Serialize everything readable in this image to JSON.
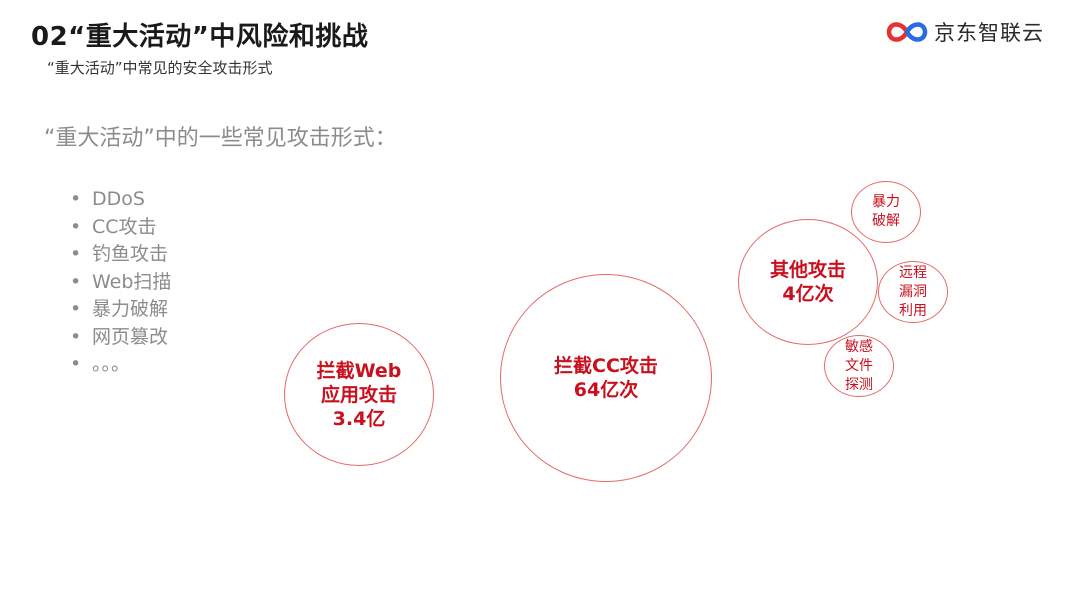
{
  "slide": {
    "title": "02“重大活动”中风险和挑战",
    "subtitle": "“重大活动”中常见的安全攻击形式"
  },
  "logo": {
    "text": "京东智联云",
    "colors": {
      "red": "#e8312f",
      "blue": "#2a6ae8"
    }
  },
  "intro": "“重大活动”中的一些常见攻击形式：",
  "attack_list": [
    "DDoS",
    "CC攻击",
    "钓鱼攻击",
    "Web扫描",
    "暴力破解",
    "网页篡改",
    "。。。"
  ],
  "bubbles": {
    "web": "拦截Web\n应用攻击\n3.4亿",
    "cc": "拦截CC攻击\n64亿次",
    "other": "其他攻击\n4亿次",
    "brute": "暴力\n破解",
    "remote": "远程\n漏洞\n利用",
    "sensitive": "敏感\n文件\n探测"
  },
  "colors": {
    "accent": "#c8101e",
    "bubble_border": "#e56a6a",
    "muted_text": "#8c8c8c"
  }
}
